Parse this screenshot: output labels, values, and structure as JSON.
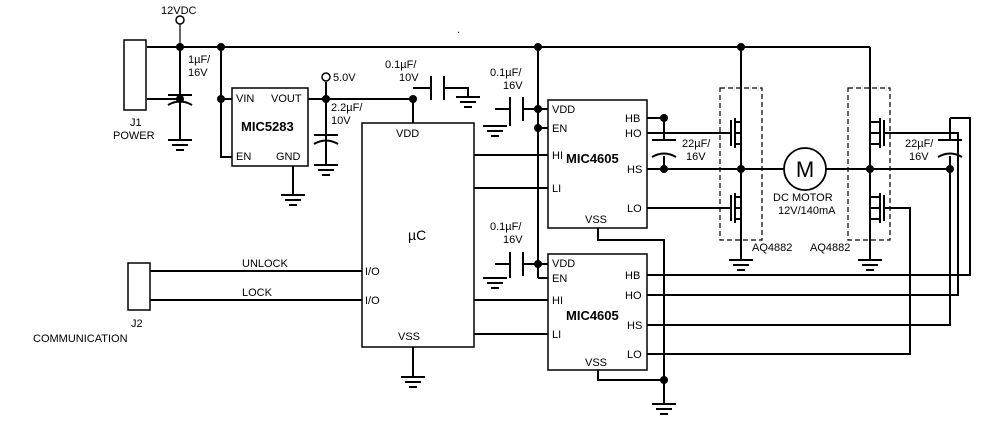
{
  "power_input": {
    "voltage": "12VDC",
    "cap": [
      "1µF/",
      "16V"
    ],
    "connector": [
      "J1",
      "POWER"
    ]
  },
  "regulator": {
    "name": "MIC5283",
    "pins": {
      "vin": "VIN",
      "vout": "VOUT",
      "en": "EN",
      "gnd": "GND"
    },
    "output_voltage": "5.0V",
    "out_cap": [
      "2.2µF/",
      "10V"
    ]
  },
  "vdd_cap": [
    "0.1µF/",
    "10V"
  ],
  "microcontroller": {
    "name": "µC",
    "pins": {
      "vdd": "VDD",
      "vss": "VSS",
      "io1": "I/O",
      "io2": "I/O"
    }
  },
  "comm": {
    "connector": [
      "J2",
      "COMMUNICATION"
    ],
    "signal1": "UNLOCK",
    "signal2": "LOCK"
  },
  "driver_top": {
    "name": "MIC4605",
    "cap": [
      "0.1µF/",
      "16V"
    ],
    "pins": {
      "vdd": "VDD",
      "en": "EN",
      "hi": "HI",
      "li": "LI",
      "vss": "VSS",
      "hb": "HB",
      "ho": "HO",
      "hs": "HS",
      "lo": "LO"
    },
    "boot_cap": [
      "22µF/",
      "16V"
    ]
  },
  "driver_bottom": {
    "name": "MIC4605",
    "cap": [
      "0.1µF/",
      "16V"
    ],
    "pins": {
      "vdd": "VDD",
      "en": "EN",
      "hi": "HI",
      "li": "LI",
      "vss": "VSS",
      "hb": "HB",
      "ho": "HO",
      "hs": "HS",
      "lo": "LO"
    }
  },
  "mosfet_left": {
    "name": "AQ4882"
  },
  "mosfet_right": {
    "name": "AQ4882",
    "cap": [
      "22µF/",
      "16V"
    ]
  },
  "motor": {
    "symbol": "M",
    "label": [
      "DC MOTOR",
      "12V/140mA"
    ]
  }
}
